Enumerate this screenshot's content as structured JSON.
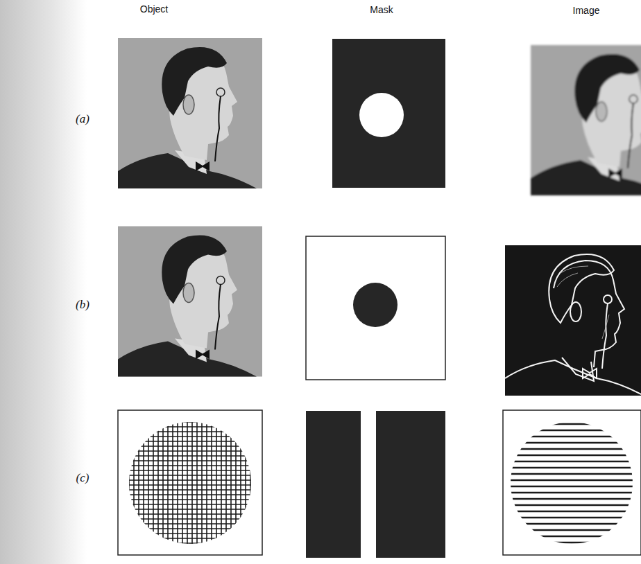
{
  "diagram": {
    "labels": [
      "Object",
      "Mask",
      "Image",
      "(a)",
      "(b)",
      "(c)"
    ]
  }
}
